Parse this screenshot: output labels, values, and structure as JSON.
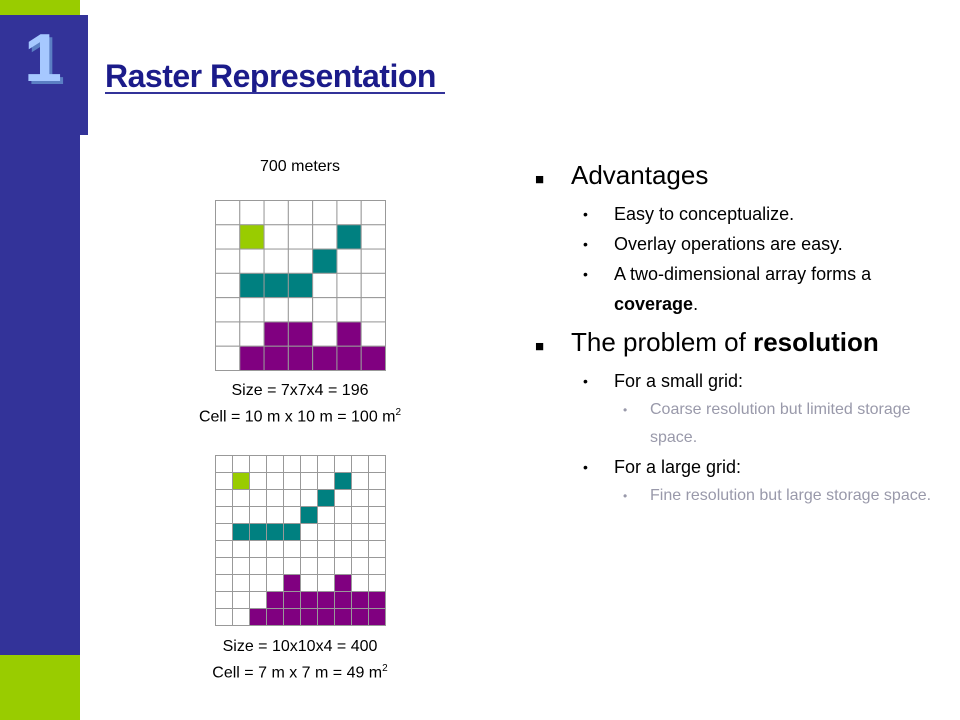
{
  "slide_number": "1",
  "title": "Raster Representation",
  "top_label": "700 meters",
  "grid7": {
    "n": 7,
    "cells": [
      {
        "r": 1,
        "c": 1,
        "color": "green"
      },
      {
        "r": 1,
        "c": 5,
        "color": "teal"
      },
      {
        "r": 2,
        "c": 4,
        "color": "teal"
      },
      {
        "r": 3,
        "c": 1,
        "color": "teal"
      },
      {
        "r": 3,
        "c": 2,
        "color": "teal"
      },
      {
        "r": 3,
        "c": 3,
        "color": "teal"
      },
      {
        "r": 5,
        "c": 2,
        "color": "purple"
      },
      {
        "r": 5,
        "c": 3,
        "color": "purple"
      },
      {
        "r": 5,
        "c": 5,
        "color": "purple"
      },
      {
        "r": 6,
        "c": 1,
        "color": "purple"
      },
      {
        "r": 6,
        "c": 2,
        "color": "purple"
      },
      {
        "r": 6,
        "c": 3,
        "color": "purple"
      },
      {
        "r": 6,
        "c": 4,
        "color": "purple"
      },
      {
        "r": 6,
        "c": 5,
        "color": "purple"
      },
      {
        "r": 6,
        "c": 6,
        "color": "purple"
      }
    ],
    "size_line": "Size = 7x7x4 = 196",
    "cell_line": "Cell = 10 m x 10 m = 100 m",
    "cell_sup": "2"
  },
  "grid10": {
    "n": 10,
    "cells": [
      {
        "r": 1,
        "c": 1,
        "color": "green"
      },
      {
        "r": 1,
        "c": 7,
        "color": "teal"
      },
      {
        "r": 2,
        "c": 6,
        "color": "teal"
      },
      {
        "r": 3,
        "c": 5,
        "color": "teal"
      },
      {
        "r": 4,
        "c": 1,
        "color": "teal"
      },
      {
        "r": 4,
        "c": 2,
        "color": "teal"
      },
      {
        "r": 4,
        "c": 3,
        "color": "teal"
      },
      {
        "r": 4,
        "c": 4,
        "color": "teal"
      },
      {
        "r": 7,
        "c": 4,
        "color": "purple"
      },
      {
        "r": 7,
        "c": 7,
        "color": "purple"
      },
      {
        "r": 8,
        "c": 3,
        "color": "purple"
      },
      {
        "r": 8,
        "c": 4,
        "color": "purple"
      },
      {
        "r": 8,
        "c": 5,
        "color": "purple"
      },
      {
        "r": 8,
        "c": 6,
        "color": "purple"
      },
      {
        "r": 8,
        "c": 7,
        "color": "purple"
      },
      {
        "r": 8,
        "c": 8,
        "color": "purple"
      },
      {
        "r": 8,
        "c": 9,
        "color": "purple"
      },
      {
        "r": 9,
        "c": 2,
        "color": "purple"
      },
      {
        "r": 9,
        "c": 3,
        "color": "purple"
      },
      {
        "r": 9,
        "c": 4,
        "color": "purple"
      },
      {
        "r": 9,
        "c": 5,
        "color": "purple"
      },
      {
        "r": 9,
        "c": 6,
        "color": "purple"
      },
      {
        "r": 9,
        "c": 7,
        "color": "purple"
      },
      {
        "r": 9,
        "c": 8,
        "color": "purple"
      },
      {
        "r": 9,
        "c": 9,
        "color": "purple"
      }
    ],
    "size_line": "Size = 10x10x4 = 400",
    "cell_line": "Cell = 7 m x 7 m = 49 m",
    "cell_sup": "2"
  },
  "colors": {
    "green": "#99cc00",
    "teal": "#008080",
    "purple": "#800080",
    "navy": "#333399",
    "gridline": "#999999"
  },
  "bullets": {
    "advantages": {
      "heading": "Advantages",
      "items": [
        "Easy to conceptualize.",
        "Overlay operations are easy.",
        "A two-dimensional array forms a "
      ],
      "item3_bold": "coverage",
      "item3_end": "."
    },
    "problem": {
      "heading_prefix": "The problem of ",
      "heading_bold": "resolution",
      "small": "For a small grid:",
      "small_sub": "Coarse resolution but limited storage space.",
      "large": "For a large grid:",
      "large_sub": "Fine resolution but large storage space."
    }
  }
}
